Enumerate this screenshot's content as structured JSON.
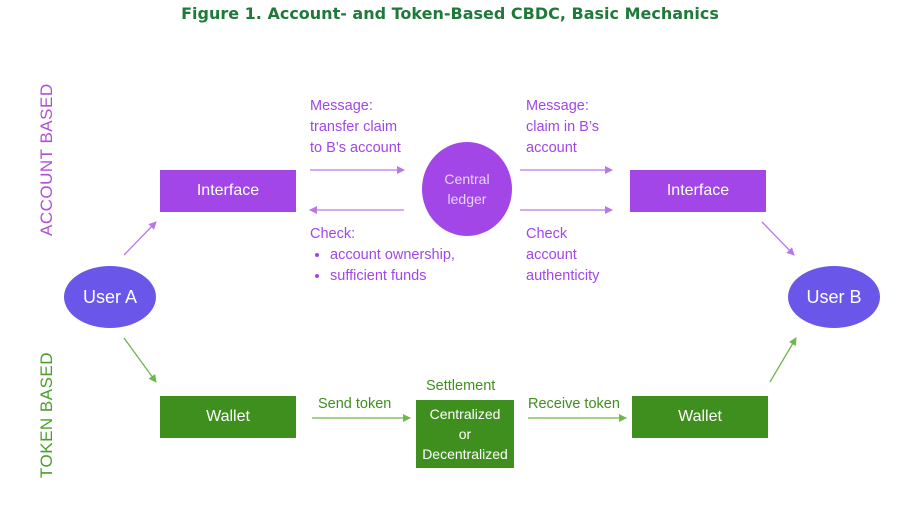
{
  "title": "Figure 1. Account- and Token-Based CBDC, Basic Mechanics",
  "side_labels": {
    "account": "ACCOUNT BASED",
    "token": "TOKEN BASED"
  },
  "nodes": {
    "user_a": "User A",
    "user_b": "User B",
    "interface_left": "Interface",
    "interface_right": "Interface",
    "ledger_line1": "Central",
    "ledger_line2": "ledger",
    "wallet_left": "Wallet",
    "wallet_right": "Wallet",
    "settlement_title": "Settlement",
    "settlement_line1": "Centralized",
    "settlement_line2": "or",
    "settlement_line3": "Decentralized"
  },
  "messages": {
    "left_top": [
      "Message:",
      "transfer claim",
      "to B’s account"
    ],
    "right_top": [
      "Message:",
      "claim in B’s",
      "account"
    ],
    "left_check_title": "Check:",
    "left_check_items": [
      "account ownership,",
      "sufficient funds"
    ],
    "right_check": [
      "Check",
      "account",
      "authenticity"
    ],
    "send_token": "Send token",
    "receive_token": "Receive token"
  },
  "colors": {
    "title": "#1f7a3a",
    "purple": "#a246e8",
    "user": "#6b56ea",
    "green": "#3f8f1f"
  }
}
